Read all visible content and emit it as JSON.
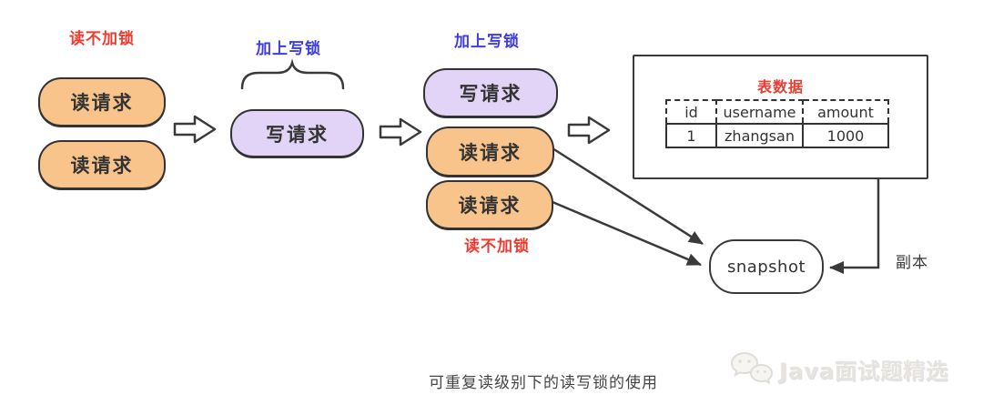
{
  "stage_left": {
    "label": "读不加锁",
    "boxes": [
      "读请求",
      "读请求"
    ]
  },
  "stage_mid": {
    "label": "加上写锁",
    "box": "写请求"
  },
  "stage_right": {
    "label_top": "加上写锁",
    "label_bottom": "读不加锁",
    "write_box": "写请求",
    "read_boxes": [
      "读请求",
      "读请求"
    ]
  },
  "table_panel": {
    "title": "表数据",
    "headers": [
      "id",
      "username",
      "amount"
    ],
    "row": [
      "1",
      "zhangsan",
      "1000"
    ]
  },
  "snapshot": {
    "label": "snapshot",
    "copy_label": "副本"
  },
  "caption": "可重复读级别下的读写锁的使用",
  "watermark": {
    "text": "Java面试题精选",
    "icon": "wechat-icon"
  },
  "colors": {
    "orange_fill": "#F8C48C",
    "purple_fill": "#E2D4F6",
    "outline": "#333333",
    "red_label": "#EE3B2F",
    "blue_label": "#3C3BE8",
    "arrow": "#3A3A3A",
    "background": "#FFFFFF"
  }
}
